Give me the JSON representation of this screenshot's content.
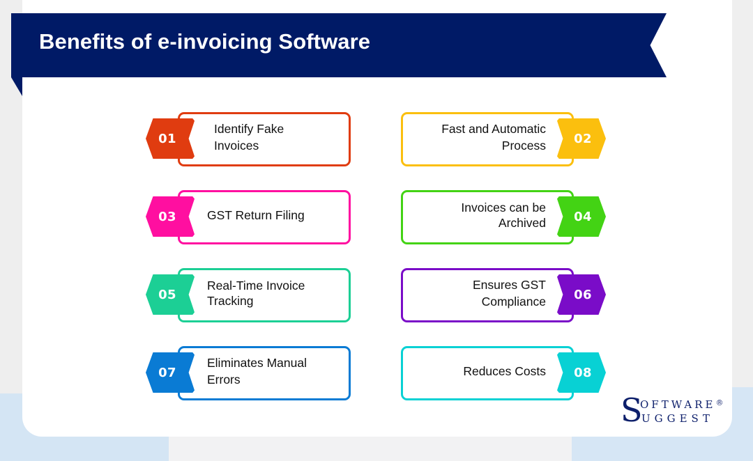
{
  "title": "Benefits of e-invoicing Software",
  "colors": {
    "banner": "#001a66",
    "background": "#f2f2f3",
    "card": "#ffffff"
  },
  "items": [
    {
      "number": "01",
      "label": "Identify Fake Invoices",
      "color": "#e03c10",
      "side": "left"
    },
    {
      "number": "02",
      "label": "Fast and Automatic Process",
      "color": "#fbbf0e",
      "side": "right"
    },
    {
      "number": "03",
      "label": "GST Return Filing",
      "color": "#ff0fa0",
      "side": "left"
    },
    {
      "number": "04",
      "label": "Invoices can be Archived",
      "color": "#43d314",
      "side": "right"
    },
    {
      "number": "05",
      "label": "Real-Time Invoice Tracking",
      "color": "#1ccf95",
      "side": "left"
    },
    {
      "number": "06",
      "label": "Ensures GST Compliance",
      "color": "#7a0cc8",
      "side": "right"
    },
    {
      "number": "07",
      "label": "Eliminates Manual Errors",
      "color": "#0a7bd4",
      "side": "left"
    },
    {
      "number": "08",
      "label": "Reduces Costs",
      "color": "#08d1d4",
      "side": "right"
    }
  ],
  "logo": {
    "initial": "S",
    "line1": "OFTWARE",
    "line2": "UGGEST",
    "registered": "®"
  }
}
